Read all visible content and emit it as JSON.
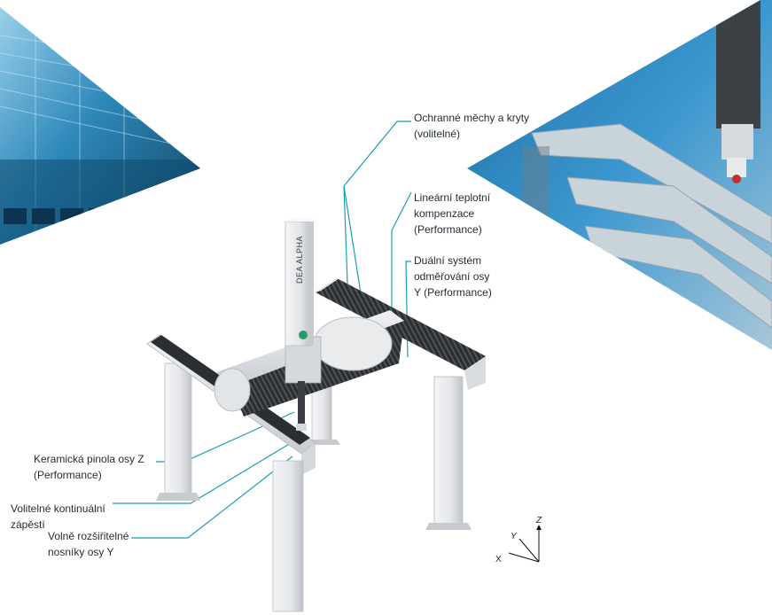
{
  "colors": {
    "accent": "#1a9fb0",
    "photo_sky": "#2c8dc4",
    "photo_dark": "#0f4a6e",
    "frame_light": "#eceef0",
    "frame_shadow": "#c3c7cc",
    "bellows": "#2a2d31"
  },
  "machine": {
    "brand": "DEA ALPHA"
  },
  "callouts": [
    {
      "id": "bellows",
      "lines": [
        "Ochranné měchy a kryty",
        "(volitelné)"
      ]
    },
    {
      "id": "thermal",
      "lines": [
        "Lineární teplotní",
        "kompenzace",
        "(Performance)"
      ]
    },
    {
      "id": "dual",
      "lines": [
        "Duální systém",
        "odměřování osy",
        "Y (Performance)"
      ]
    },
    {
      "id": "quill",
      "lines": [
        "Keramická pinola osy Z",
        "(Performance)"
      ]
    },
    {
      "id": "wrist",
      "lines": [
        "Volitelné kontinuální",
        "zápěstí"
      ]
    },
    {
      "id": "beams",
      "lines": [
        "Volně rozšiřitelné",
        "nosníky osy Y"
      ]
    }
  ],
  "axes": {
    "x": "X",
    "y": "Y",
    "z": "Z"
  },
  "icons": [
    "factory-photo",
    "cmm-photo",
    "axis-triad-icon"
  ]
}
